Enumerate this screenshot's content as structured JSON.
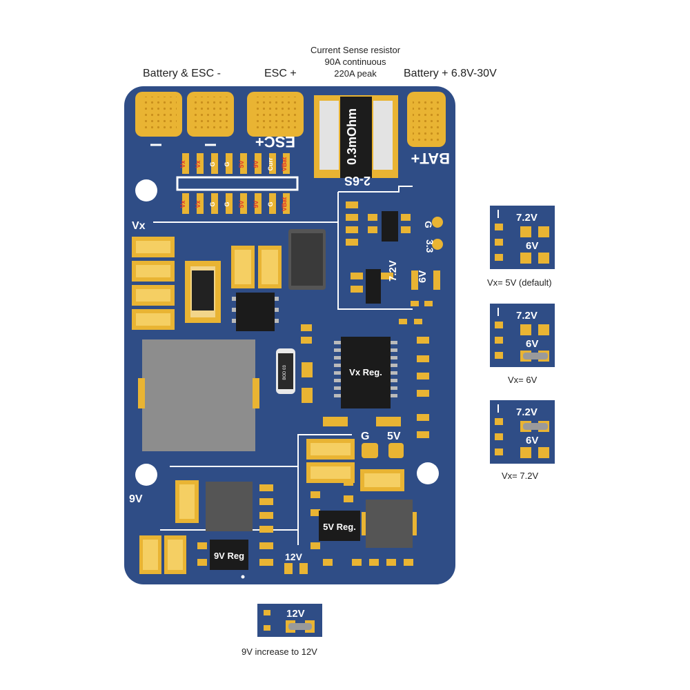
{
  "labels": {
    "battery_esc_minus": "Battery & ESC -",
    "esc_plus": "ESC +",
    "current_sense": [
      "Current Sense resistor",
      "90A continuous",
      "220A peak"
    ],
    "battery_plus": "Battery +  6.8V-30V"
  },
  "board": {
    "esc_plus_silk": "ESC+",
    "bat_plus_silk": "BAT+",
    "minus_1": "-",
    "minus_2": "-",
    "resistor": "0.3mOhm",
    "cells": "2-6S",
    "header_top": [
      "Vx",
      "Vx",
      "G",
      "G",
      "5V",
      "9V",
      "Curr",
      "VBat"
    ],
    "header_bottom": [
      "Vx",
      "Vx",
      "G",
      "G",
      "5V",
      "9V",
      "G",
      "VBat"
    ],
    "vx_rail": "Vx",
    "nine_v_rail": "9V",
    "pad_g": "G",
    "pad_33": "3.3",
    "sel_72": "7.2V",
    "sel_6": "6V",
    "g_label": "G",
    "fivev_label": "5V",
    "vx_reg": "Vx Reg.",
    "fivev_reg": "5V Reg.",
    "ninev_reg": "9V Reg",
    "twelve_v": "12V",
    "diode": "BOD 03"
  },
  "jumpers": [
    {
      "top": "7.2V",
      "bottom": "6V",
      "caption": "Vx= 5V (default)"
    },
    {
      "top": "7.2V",
      "bottom": "6V",
      "caption": "Vx= 6V"
    },
    {
      "top": "7.2V",
      "bottom": "6V",
      "caption": "Vx= 7.2V"
    }
  ],
  "twelve_v_detail": {
    "label": "12V",
    "caption": "9V increase to 12V"
  },
  "colors": {
    "board": "#2f4d86",
    "gold": "#e9b433",
    "component_dark": "#1f1f1f",
    "component_gray": "#8a8a8a",
    "trace": "#ffffff"
  }
}
